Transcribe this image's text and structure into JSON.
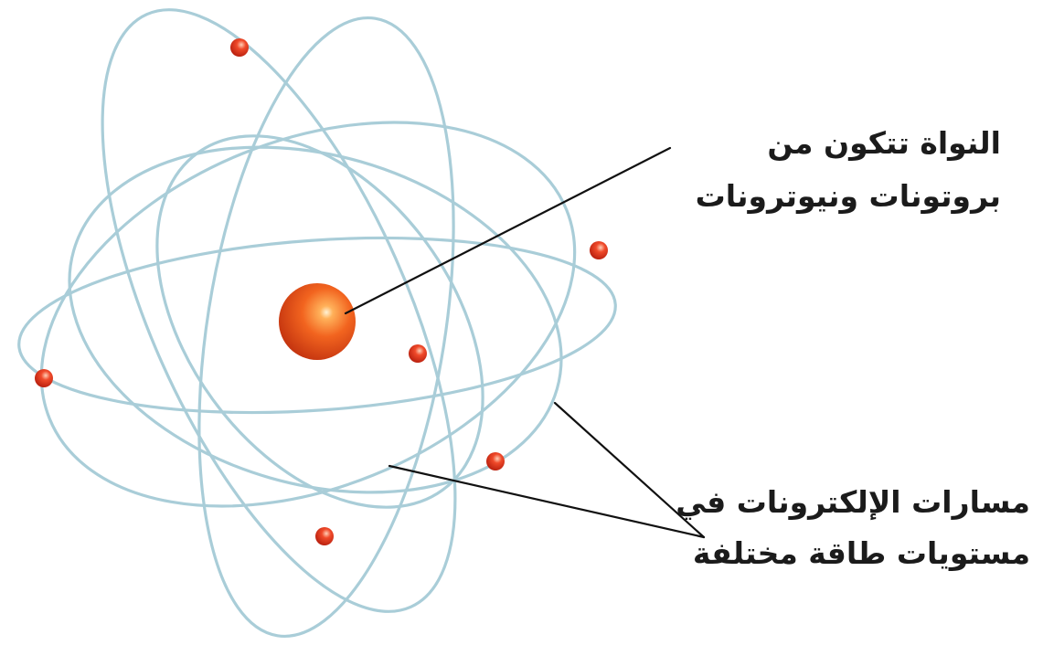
{
  "labels": {
    "nucleus": {
      "line1": "النواة تتكون من",
      "line2": "بروتونات ونيوترونات"
    },
    "orbits": {
      "line1": "مسارات الإلكترونات في",
      "line2": "مستويات طاقة مختلفة"
    }
  },
  "colors": {
    "orbit": "#a9cdd8",
    "nucleus": "#e8541a",
    "electron": "#e0361c",
    "pointer_line": "#111111",
    "text": "#1b1b1b"
  }
}
